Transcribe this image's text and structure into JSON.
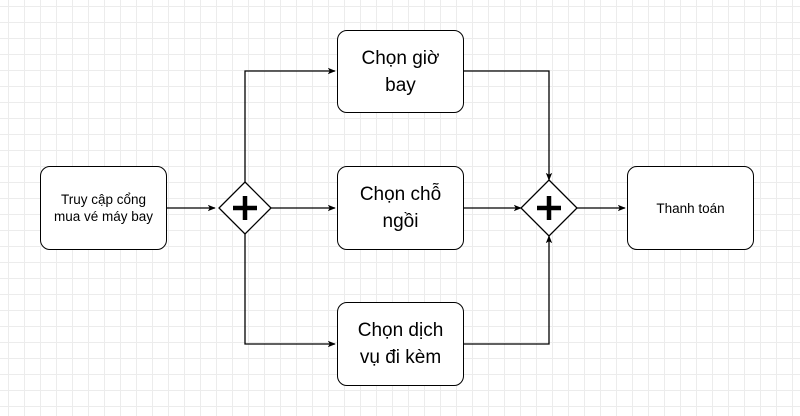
{
  "diagram": {
    "nodes": {
      "access_portal": "Truy cập cổng\nmua vé máy bay",
      "choose_flight_time": "Chọn giờ\nbay",
      "choose_seat": "Chọn chỗ\nngồi",
      "choose_extra_service": "Chọn dịch\nvụ đi kèm",
      "payment": "Thanh toán"
    },
    "gateways": [
      {
        "id": "split",
        "type": "parallel",
        "symbol": "+"
      },
      {
        "id": "join",
        "type": "parallel",
        "symbol": "+"
      }
    ],
    "edges": [
      {
        "from": "access_portal",
        "to": "split"
      },
      {
        "from": "split",
        "to": "choose_flight_time"
      },
      {
        "from": "split",
        "to": "choose_seat"
      },
      {
        "from": "split",
        "to": "choose_extra_service"
      },
      {
        "from": "choose_flight_time",
        "to": "join"
      },
      {
        "from": "choose_seat",
        "to": "join"
      },
      {
        "from": "choose_extra_service",
        "to": "join"
      },
      {
        "from": "join",
        "to": "payment"
      }
    ],
    "colors": {
      "stroke": "#000000",
      "fill": "#ffffff",
      "grid": "#ececec"
    }
  }
}
